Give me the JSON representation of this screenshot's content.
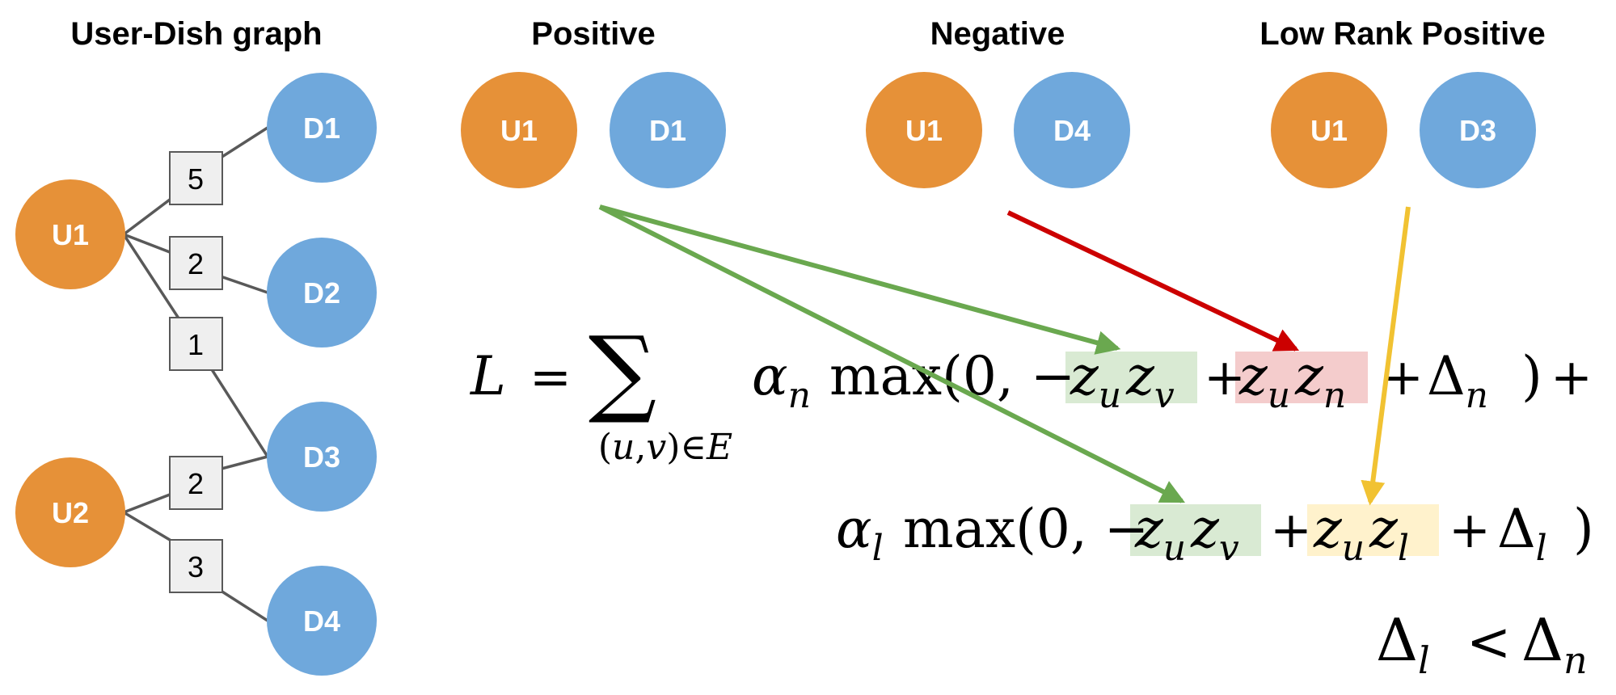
{
  "colors": {
    "user_node": "#e69138",
    "dish_node": "#6fa8dc",
    "positive_arrow": "#6aa84f",
    "negative_arrow": "#cc0000",
    "low_rank_arrow": "#f1c232",
    "positive_highlight": "#d9ead3",
    "negative_highlight": "#f4cccc",
    "low_rank_highlight": "#fff2cc"
  },
  "headings": {
    "graph": "User-Dish graph",
    "positive": "Positive",
    "negative": "Negative",
    "low_rank_positive": "Low Rank Positive"
  },
  "graph": {
    "users": [
      "U1",
      "U2"
    ],
    "dishes": [
      "D1",
      "D2",
      "D3",
      "D4"
    ],
    "edges": [
      {
        "user": "U1",
        "dish": "D1",
        "weight": "5"
      },
      {
        "user": "U1",
        "dish": "D2",
        "weight": "2"
      },
      {
        "user": "U1",
        "dish": "D3",
        "weight": "1"
      },
      {
        "user": "U2",
        "dish": "D3",
        "weight": "2"
      },
      {
        "user": "U2",
        "dish": "D4",
        "weight": "3"
      }
    ]
  },
  "pairs": {
    "positive": {
      "user": "U1",
      "dish": "D1"
    },
    "negative": {
      "user": "U1",
      "dish": "D4"
    },
    "low_rank_positive": {
      "user": "U1",
      "dish": "D3"
    }
  },
  "formula": {
    "L": "L",
    "equals": "=",
    "sum": "∑",
    "sum_under_open": "(",
    "sum_under_u": "u",
    "sum_under_comma": ",",
    "sum_under_v": "v",
    "sum_under_close": ")",
    "sum_under_in": "∈",
    "sum_under_E": "E",
    "alpha": "α",
    "sub_n": "n",
    "sub_l": "l",
    "sub_u": "u",
    "sub_v": "v",
    "max_open": "max(0, −",
    "close_paren": ")",
    "plus": "+",
    "z": "z",
    "delta": "Δ",
    "less_than": "<"
  }
}
